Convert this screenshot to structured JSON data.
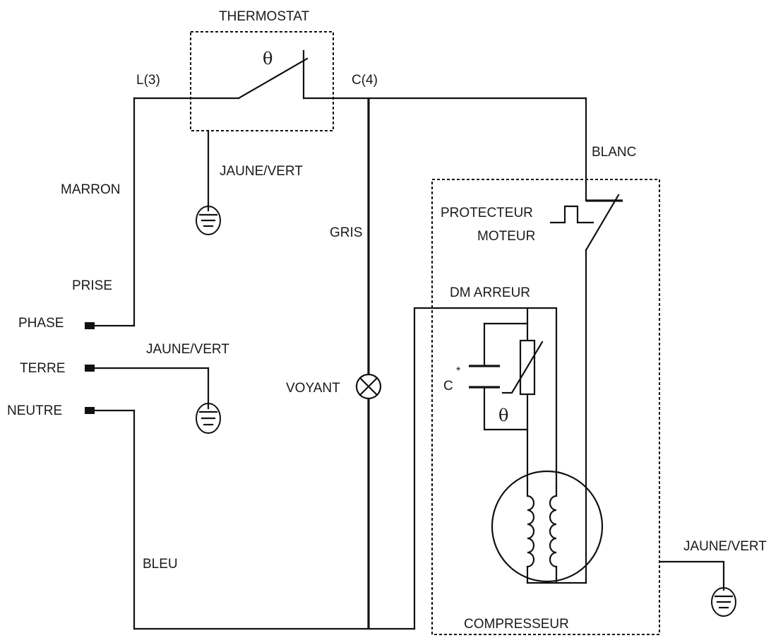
{
  "labels": {
    "thermostat": "THERMOSTAT",
    "l3": "L(3)",
    "c4": "C(4)",
    "theta_thermostat": "θ",
    "jaune_vert_thermostat": "JAUNE/VERT",
    "marron": "MARRON",
    "gris": "GRIS",
    "blanc": "BLANC",
    "protecteur": "PROTECTEUR",
    "moteur": "MOTEUR",
    "prise": "PRISE",
    "phase": "PHASE",
    "terre": "TERRE",
    "neutre": "NEUTRE",
    "jaune_vert_terre": "JAUNE/VERT",
    "dm_arreur": "DM  ARREUR",
    "capacitor": "C",
    "capacitor_mark": "*",
    "theta_ptc": "θ",
    "voyant": "VOYANT",
    "bleu": "BLEU",
    "compresseur": "COMPRESSEUR",
    "jaune_vert_compresseur": "JAUNE/VERT"
  },
  "icons": {
    "ground": "ground-icon",
    "lamp": "indicator-lamp-icon",
    "coil": "winding-coil-icon"
  }
}
